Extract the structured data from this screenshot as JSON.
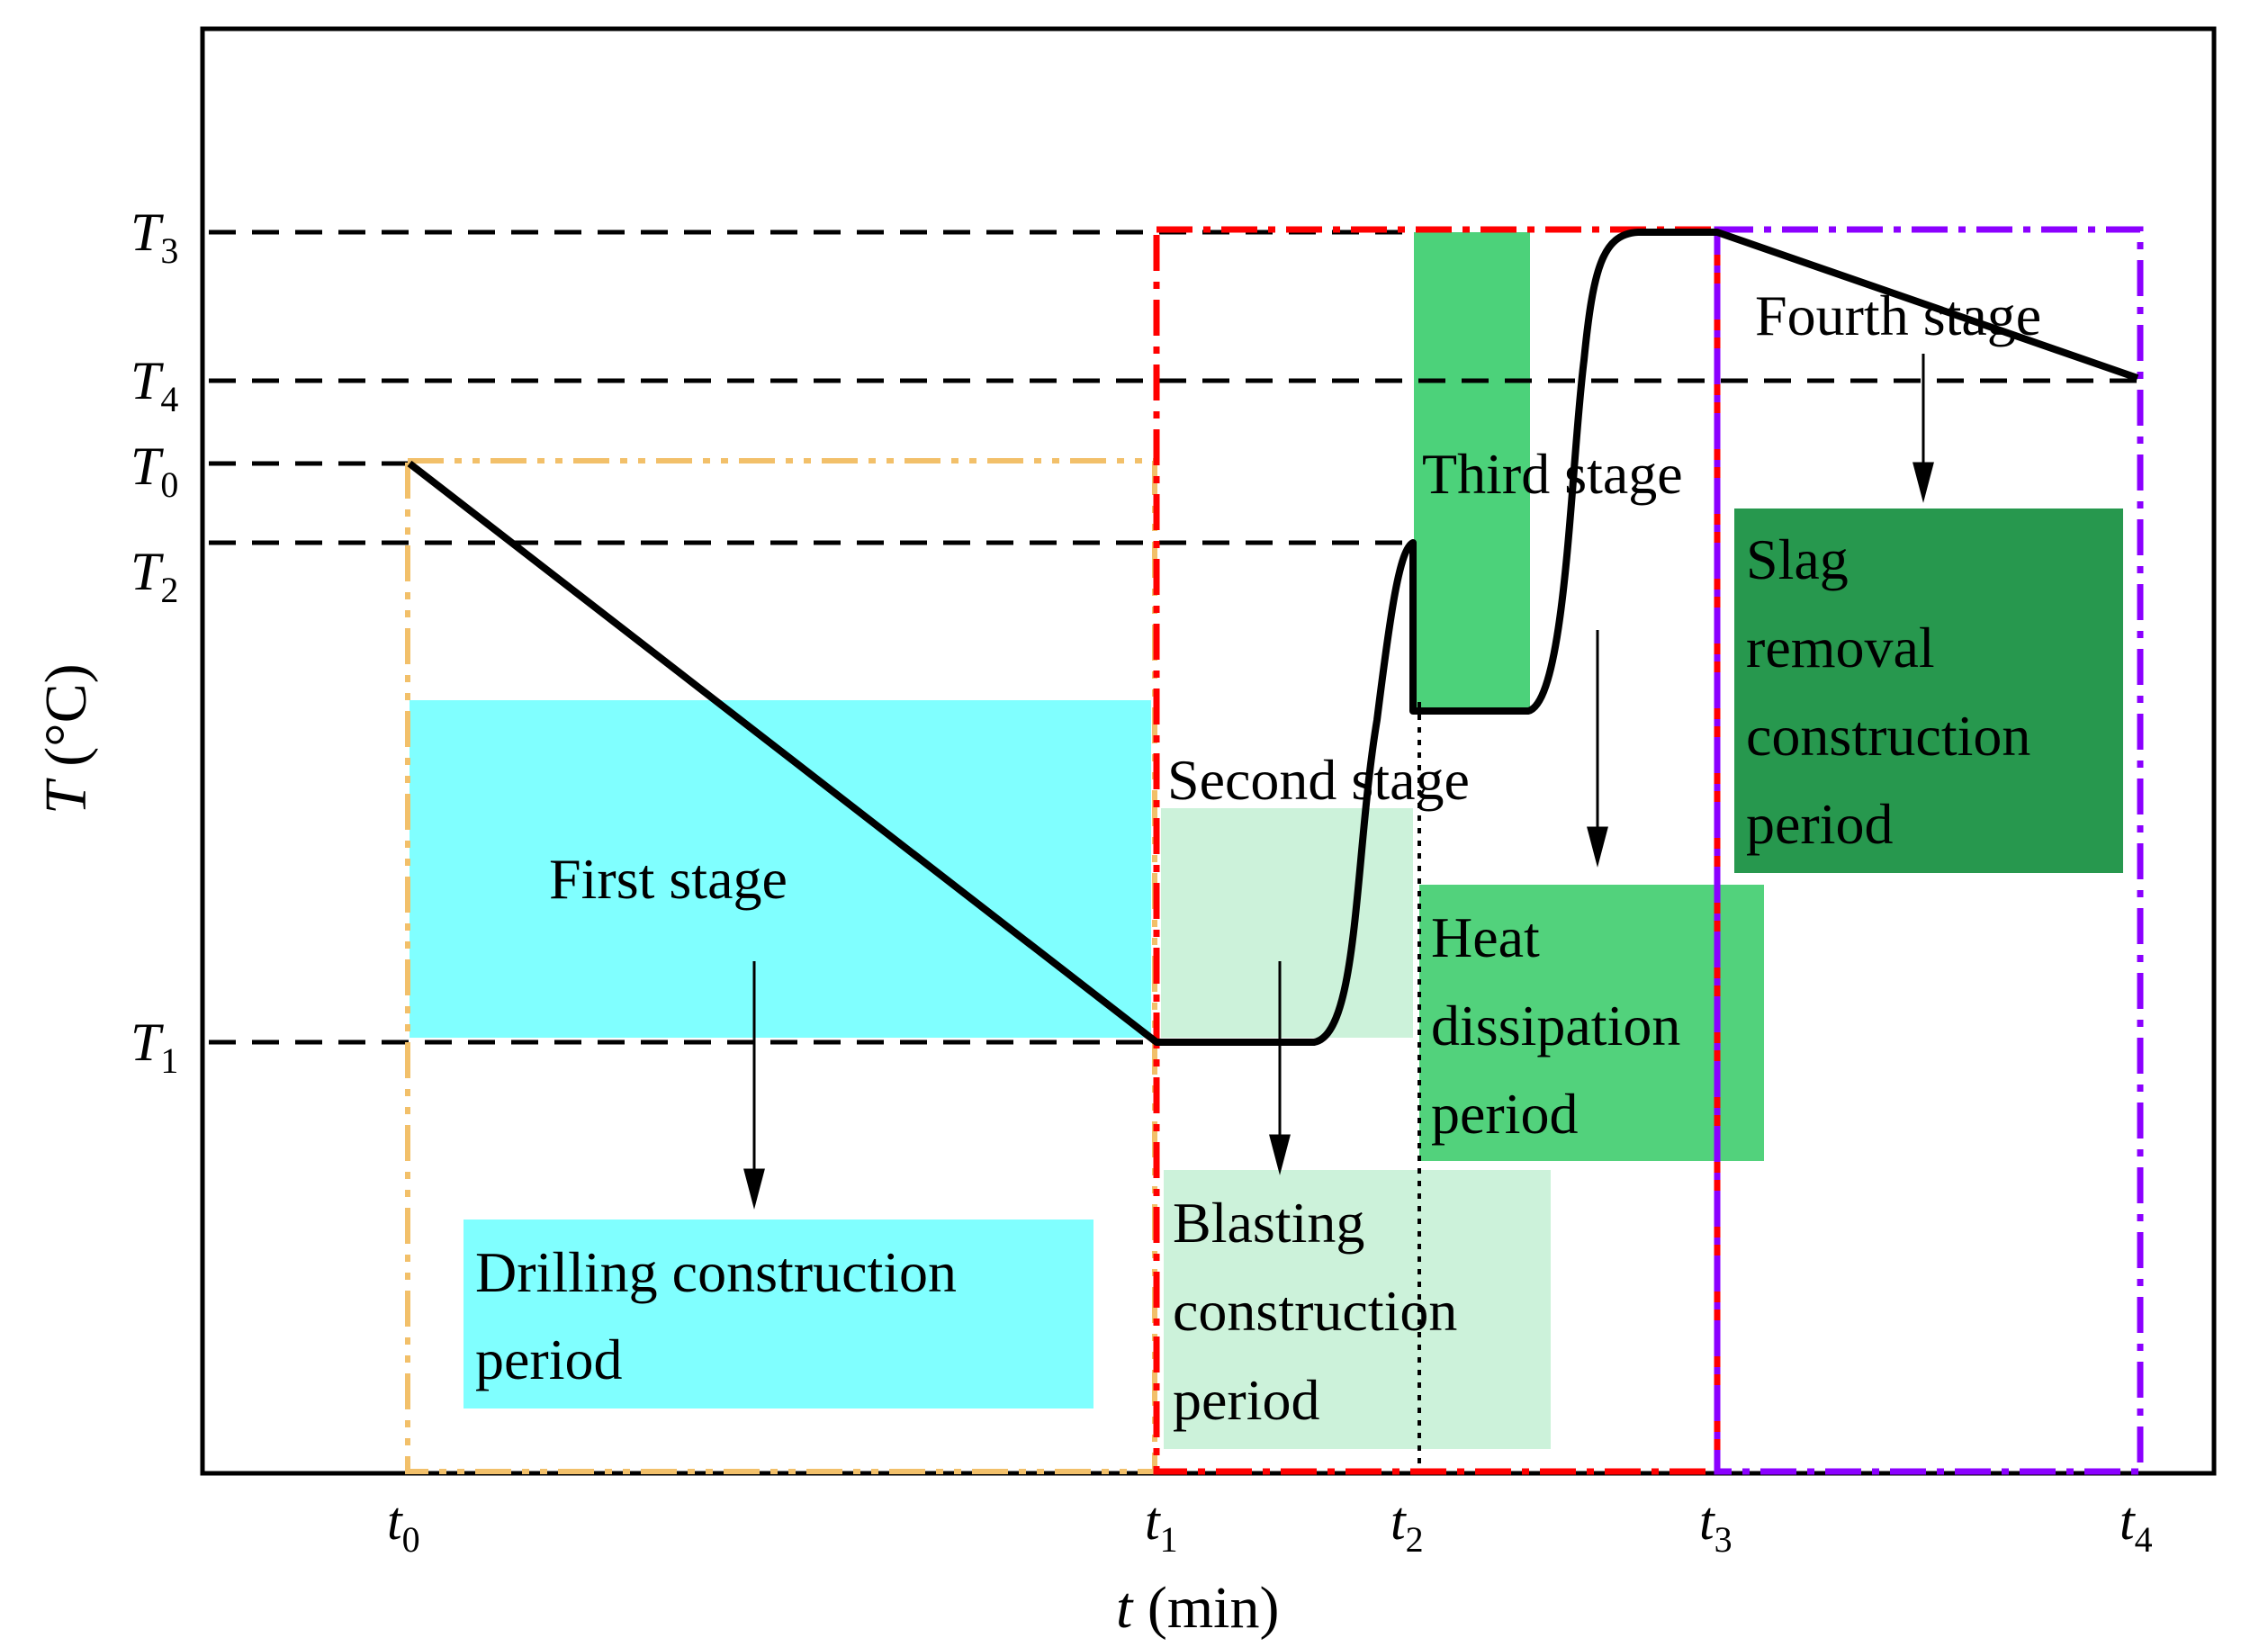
{
  "axes": {
    "y_symbol": "T",
    "y_unit": " (°C)",
    "x_symbol": "t",
    "x_unit": " (min)"
  },
  "y_ticks": [
    {
      "symbol": "T",
      "sub": "3"
    },
    {
      "symbol": "T",
      "sub": "4"
    },
    {
      "symbol": "T",
      "sub": "0"
    },
    {
      "symbol": "T",
      "sub": "2"
    },
    {
      "symbol": "T",
      "sub": "1"
    }
  ],
  "x_ticks": [
    {
      "symbol": "t",
      "sub": "0"
    },
    {
      "symbol": "t",
      "sub": "1"
    },
    {
      "symbol": "t",
      "sub": "2"
    },
    {
      "symbol": "t",
      "sub": "3"
    },
    {
      "symbol": "t",
      "sub": "4"
    }
  ],
  "stages": {
    "first": "First stage",
    "second": "Second stage",
    "third": "Third stage",
    "fourth": "Fourth stage"
  },
  "periods": {
    "drilling": [
      "Drilling construction",
      "period"
    ],
    "blasting": [
      "Blasting",
      "construction",
      "period"
    ],
    "heat": [
      "Heat",
      "dissipation",
      "period"
    ],
    "slag": [
      "Slag",
      "removal",
      "construction",
      "period"
    ]
  },
  "colors": {
    "first_stage_fill": "#80FFFF",
    "second_stage_fill": "#CCF2DA",
    "third_stage_fill": "#4CD27A",
    "slag_fill": "#27984E",
    "heat_fill": "#52D27C",
    "first_frame": "#F2C06A",
    "second_third_frame": "#FF0000",
    "fourth_frame": "#8B00FF"
  }
}
